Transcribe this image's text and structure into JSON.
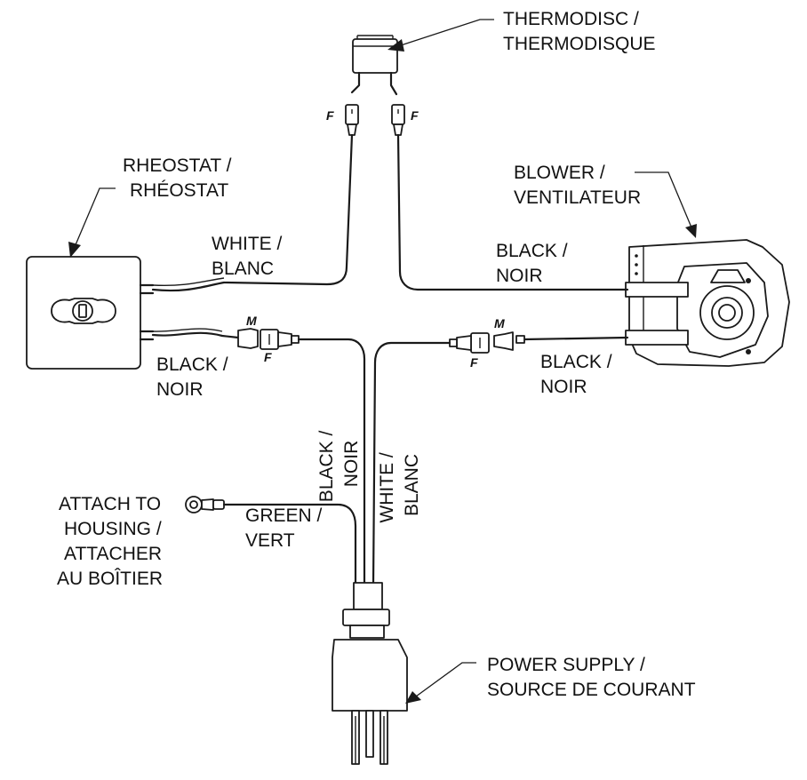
{
  "labels": {
    "thermodisc": [
      "THERMODISC /",
      "THERMODISQUE"
    ],
    "rheostat": [
      "RHEOSTAT /",
      "RHÉOSTAT"
    ],
    "blower": [
      "BLOWER /",
      "VENTILATEUR"
    ],
    "white_rheostat": [
      "WHITE /",
      "BLANC"
    ],
    "black_blower_top": [
      "BLACK /",
      "NOIR"
    ],
    "black_rheostat": [
      "BLACK /",
      "NOIR"
    ],
    "black_blower_bottom": [
      "BLACK /",
      "NOIR"
    ],
    "black_vertical": [
      "BLACK /",
      "NOIR"
    ],
    "white_vertical": [
      "WHITE /",
      "BLANC"
    ],
    "green": [
      "GREEN /",
      "VERT"
    ],
    "attach": [
      "ATTACH TO",
      "HOUSING /",
      "ATTACHER",
      "AU BOÎTIER"
    ],
    "power": [
      "POWER SUPPLY /",
      "SOURCE DE COURANT"
    ]
  },
  "connector_marks": {
    "female": "F",
    "male": "M"
  }
}
